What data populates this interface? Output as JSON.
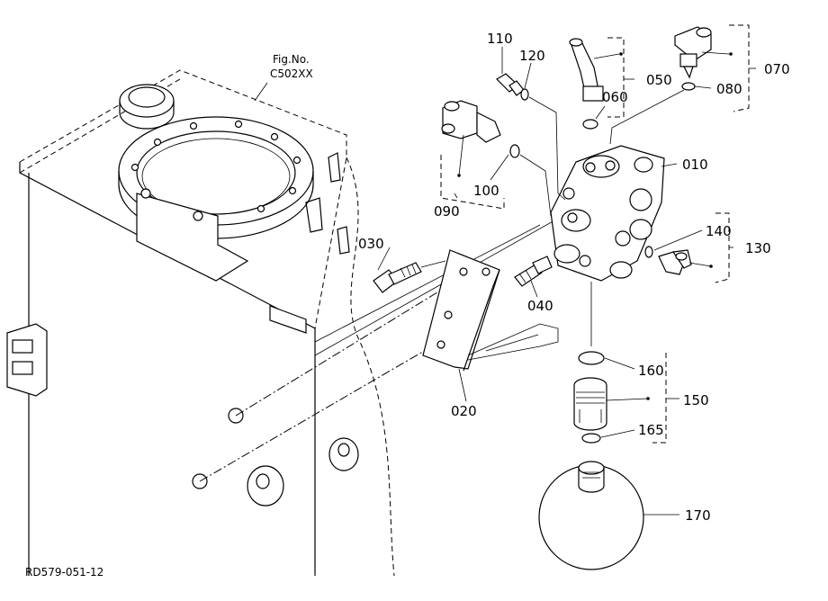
{
  "figure": {
    "fig_no_label": "Fig.No.",
    "fig_no_value": "C502XX",
    "drawing_code": "RD579-051-12"
  },
  "callouts": {
    "p010": "010",
    "p020": "020",
    "p030": "030",
    "p040": "040",
    "p050": "050",
    "p060": "060",
    "p070": "070",
    "p080": "080",
    "p090": "090",
    "p100": "100",
    "p110": "110",
    "p120": "120",
    "p130": "130",
    "p140": "140",
    "p150": "150",
    "p160": "160",
    "p165": "165",
    "p170": "170"
  }
}
